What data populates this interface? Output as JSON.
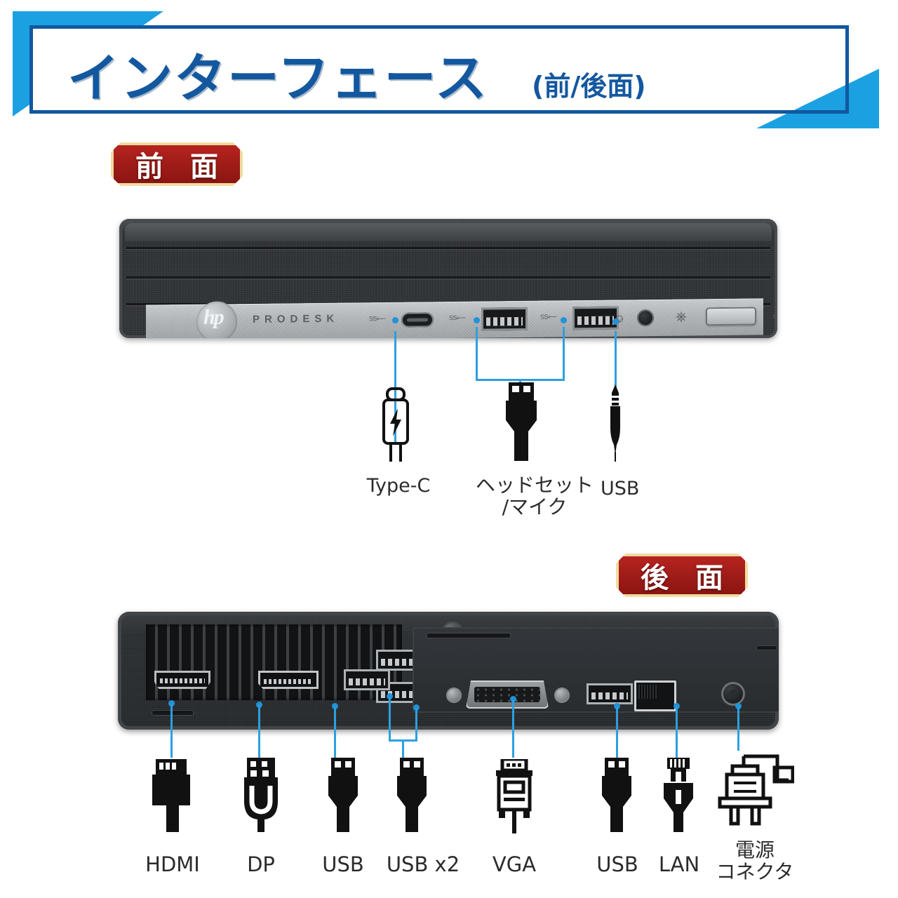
{
  "header": {
    "title": "インターフェース",
    "subtitle": "(前/後面)",
    "frame_color": "#1257a0",
    "accent_color": "#1ba1e2",
    "title_color": "#13589f"
  },
  "badges": {
    "front": "前 面",
    "rear": "後 面",
    "bg_color": "#a11d19",
    "border_color": "#f0dca0",
    "text_color": "#ffffff"
  },
  "front_panel": {
    "brand_logo": "hp-logo",
    "model_text": "PRODESK",
    "superspeed_marks": [
      "SS⟵",
      "SS⟵",
      "SS⟵"
    ],
    "ports": [
      {
        "name": "usb-c-port",
        "type": "USB Type-C"
      },
      {
        "name": "usb-a-port-1",
        "type": "USB Type-A"
      },
      {
        "name": "usb-a-port-2",
        "type": "USB Type-A"
      },
      {
        "name": "audio-jack",
        "type": "3.5mm headset"
      },
      {
        "name": "power-button",
        "type": "Power"
      }
    ],
    "labels": [
      {
        "id": "type-c",
        "text": "Type-C"
      },
      {
        "id": "headset-mic",
        "text": "ヘッドセット\n/マイク"
      },
      {
        "id": "usb",
        "text": "USB"
      }
    ]
  },
  "rear_panel": {
    "features": [
      "vent-grille",
      "thumbscrew",
      "kensington-lock-slot"
    ],
    "ports": [
      {
        "name": "hdmi-port",
        "type": "HDMI"
      },
      {
        "name": "displayport-port",
        "type": "DisplayPort"
      },
      {
        "name": "usb-port",
        "type": "USB"
      },
      {
        "name": "usb-port-stacked-top",
        "type": "USB"
      },
      {
        "name": "usb-port-stacked-bottom",
        "type": "USB"
      },
      {
        "name": "vga-port",
        "type": "VGA"
      },
      {
        "name": "usb-port-right",
        "type": "USB"
      },
      {
        "name": "lan-port",
        "type": "RJ45 LAN"
      },
      {
        "name": "power-connector",
        "type": "DC power"
      }
    ],
    "labels": [
      {
        "id": "hdmi",
        "text": "HDMI"
      },
      {
        "id": "dp",
        "text": "DP"
      },
      {
        "id": "usb",
        "text": "USB"
      },
      {
        "id": "usb-x2",
        "text": "USB x2"
      },
      {
        "id": "vga",
        "text": "VGA"
      },
      {
        "id": "usb-right",
        "text": "USB"
      },
      {
        "id": "lan",
        "text": "LAN"
      },
      {
        "id": "power-connector",
        "text": "電源\nコネクタ"
      }
    ]
  },
  "colors": {
    "leader_line": "#2d9fe0",
    "label_text": "#2b2b2b",
    "icon_black": "#000000",
    "page_bg": "#ffffff"
  }
}
